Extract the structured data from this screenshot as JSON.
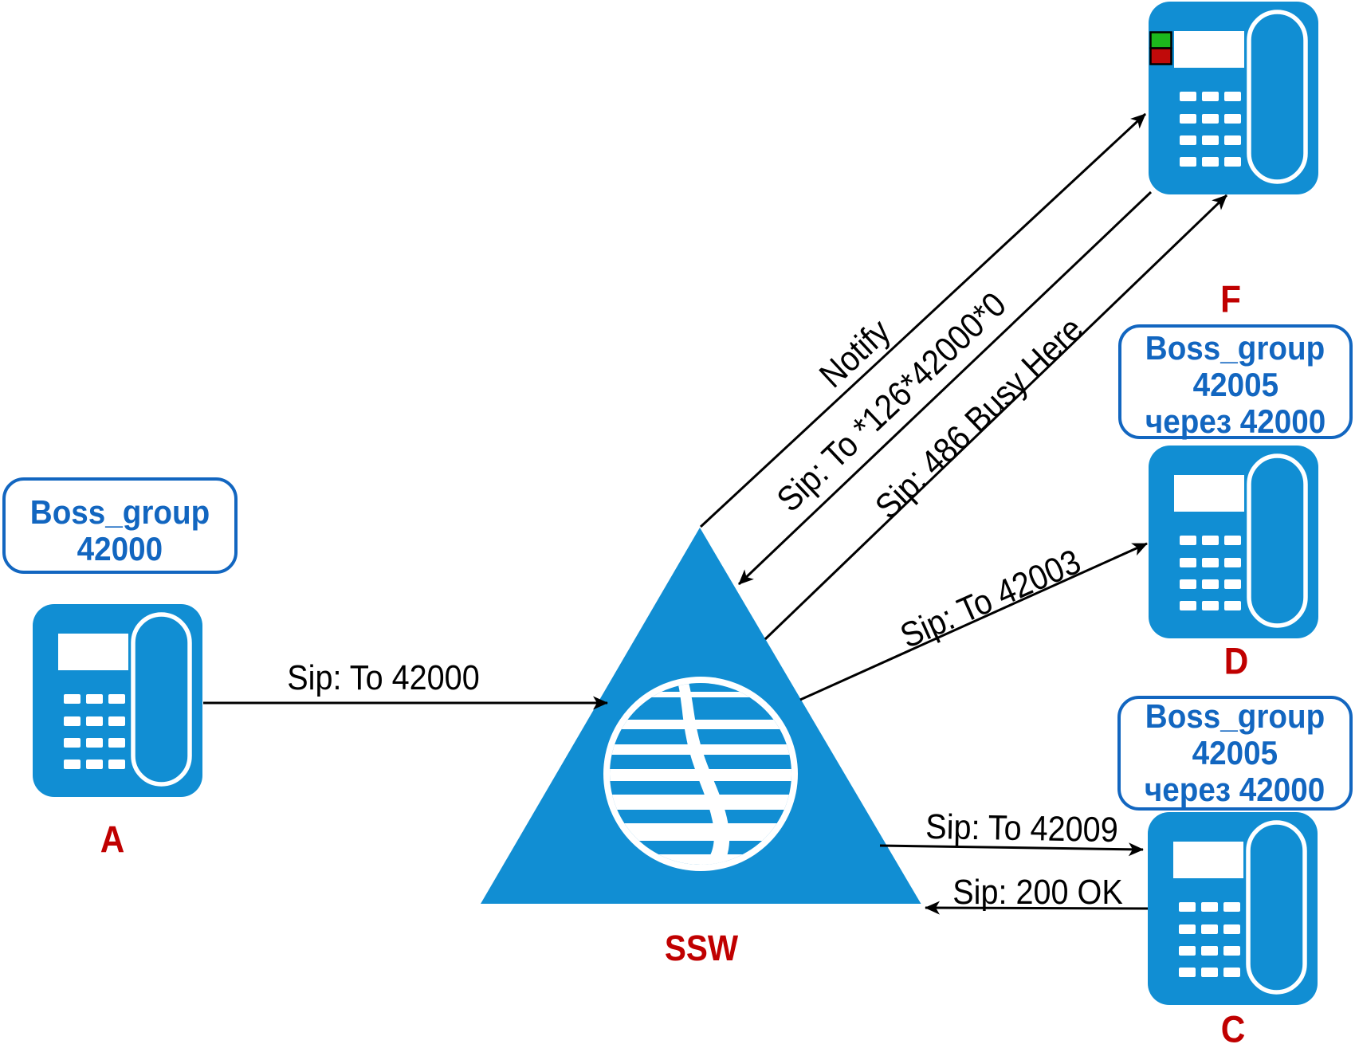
{
  "icons": {
    "phone": "desk-phone-icon",
    "ssw": "softswitch-triangle-globe-logo",
    "busy_lamp": "busy-lamp-field-green-red-indicator",
    "arrowhead": "black-stealth-arrowhead"
  },
  "colors": {
    "phone_blue": "#118ED3",
    "box_blue": "#1266C0",
    "label_red": "#C00000",
    "indicator_green": "#1CB81C",
    "indicator_red": "#C00A0A",
    "line_black": "#000000"
  },
  "nodes": {
    "a": {
      "letter": "A",
      "box_lines": [
        "Boss_group",
        "42000"
      ]
    },
    "f": {
      "letter": "F"
    },
    "d": {
      "letter": "D",
      "box_lines": [
        "Boss_group",
        "42005",
        "через 42000"
      ]
    },
    "c": {
      "letter": "C",
      "box_lines": [
        "Boss_group",
        "42005",
        "через 42000"
      ]
    },
    "ssw": {
      "label": "SSW"
    }
  },
  "messages": {
    "a_to_ssw": "Sip: To 42000",
    "ssw_to_f_notify": "Notify",
    "f_to_ssw_dial": "Sip: To *126*42000*0",
    "ssw_to_f_busy": "Sip: 486 Busy Here",
    "ssw_to_d": "Sip: To 42003",
    "ssw_to_c": "Sip: To 42009",
    "c_to_ssw_ok": "Sip: 200 OK"
  }
}
